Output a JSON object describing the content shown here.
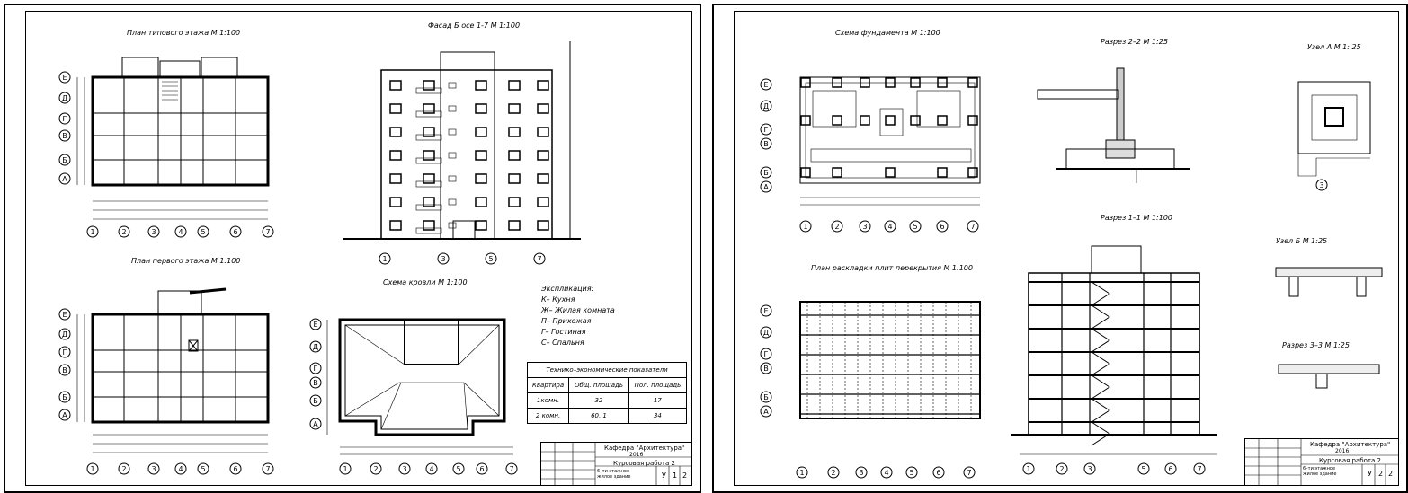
{
  "left_sheet": {
    "titles": {
      "plan_typical": "План типового этажа М 1:100",
      "facade": "Фасад Б осе 1-7  М 1:100",
      "plan_first": "План первого этажа М 1:100",
      "roof": "Схема кровли М 1:100"
    },
    "axes_cols": [
      "1",
      "2",
      "3",
      "4",
      "5",
      "6",
      "7"
    ],
    "axes_rows": [
      "Е",
      "Д",
      "Г",
      "В",
      "Б",
      "А"
    ],
    "facade_axes": [
      "1",
      "3",
      "5",
      "7"
    ],
    "legend": {
      "title": "Экспликация:",
      "items": [
        "К– Кухня",
        "Ж– Жилая комната",
        "П– Прихожая",
        "Г– Гостиная",
        "С– Спальня"
      ]
    },
    "tep": {
      "title": "Технико–экономические показатели",
      "headers": [
        "Квартира",
        "Общ. площадь",
        "Пол. площадь"
      ],
      "rows": [
        [
          "1комн.",
          "32",
          "17"
        ],
        [
          "2 комн.",
          "60, 1",
          "34"
        ]
      ]
    },
    "title_block": {
      "dept": "Кафедра \"Архитектура\"",
      "year": "2016",
      "work": "Курсовая работа 2",
      "name": "6–ти этажное жилое здание",
      "stage": "У",
      "sheet": "1",
      "sheets": "2"
    }
  },
  "right_sheet": {
    "titles": {
      "foundation": "Схема фундамента М 1:100",
      "section22": "Разрез 2–2  М 1:25",
      "nodeA": "Узел А М 1: 25",
      "slabs": "План раскладки плит перекрытия М 1:100",
      "section11": "Разрез 1–1  М 1:100",
      "nodeB": "Узел Б М 1:25",
      "section33": "Разрез 3–3  М 1:25"
    },
    "axes_cols": [
      "1",
      "2",
      "3",
      "4",
      "5",
      "6",
      "7"
    ],
    "axes_rows": [
      "Е",
      "Д",
      "Г",
      "В",
      "Б",
      "А"
    ],
    "section_axes": [
      "1",
      "2",
      "3",
      "5",
      "6",
      "7"
    ],
    "title_block": {
      "dept": "Кафедра \"Архитектура\"",
      "year": "2016",
      "work": "Курсовая работа 2",
      "name": "6–ти этажное жилое здание",
      "stage": "У",
      "sheet": "2",
      "sheets": "2"
    }
  }
}
